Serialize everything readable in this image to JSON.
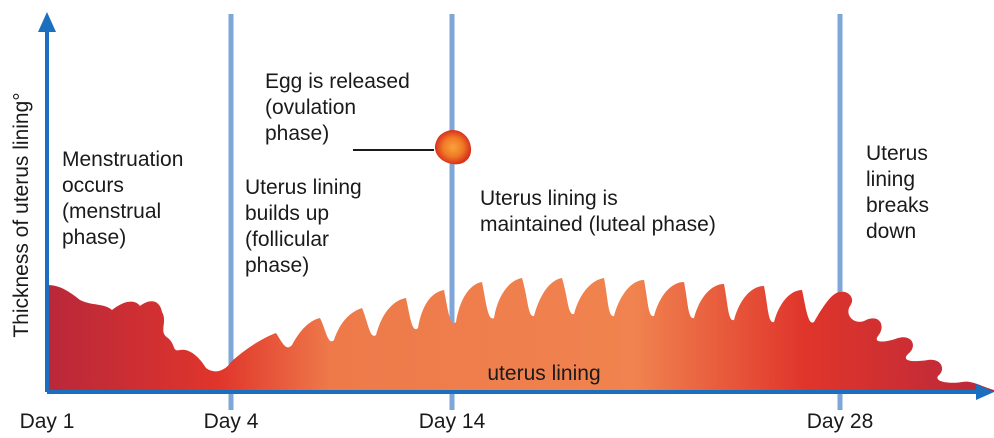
{
  "yAxis": {
    "label": "Thickness of uterus lining°"
  },
  "xAxis": {
    "days": [
      "Day 1",
      "Day 4",
      "Day 14",
      "Day 28"
    ]
  },
  "phases": {
    "menstrual": "Menstruation\noccurs\n(menstrual\nphase)",
    "follicular": "Uterus lining\nbuilds up\n(follicular\nphase)",
    "ovulation": "Egg is released\n(ovulation\nphase)",
    "luteal": "Uterus lining is\nmaintained (luteal phase)",
    "breakdown": "Uterus\nlining\nbreaks\ndown"
  },
  "liningLabel": "uterus lining",
  "colors": {
    "axis": "#1a6fbf",
    "divider": "#7ea6d9",
    "liningDark": "#b9283a",
    "liningRed": "#e0352b",
    "liningOrange": "#ee7a4a",
    "eggCore": "#f08a28",
    "eggRim": "#d8301c"
  }
}
